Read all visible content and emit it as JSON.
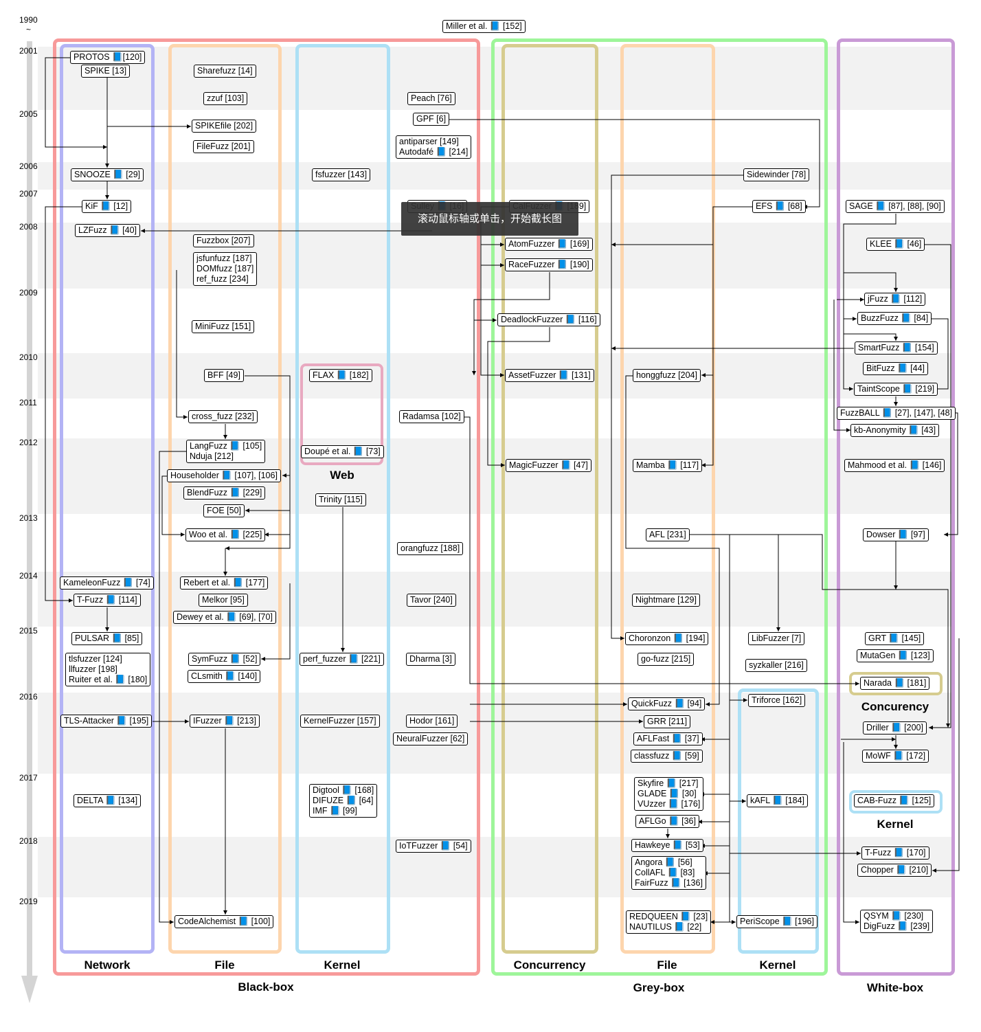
{
  "timeline": {
    "top_label": "1990",
    "break_mark": "~",
    "years": [
      {
        "label": "2001",
        "band": true
      },
      {
        "label": "2005",
        "band": false
      },
      {
        "label": "2006",
        "band": true
      },
      {
        "label": "2007",
        "band": false
      },
      {
        "label": "2008",
        "band": true
      },
      {
        "label": "2009",
        "band": false
      },
      {
        "label": "2010",
        "band": true
      },
      {
        "label": "2011",
        "band": false
      },
      {
        "label": "2012",
        "band": true
      },
      {
        "label": "2013",
        "band": false
      },
      {
        "label": "2014",
        "band": true
      },
      {
        "label": "2015",
        "band": false
      },
      {
        "label": "2016",
        "band": true
      },
      {
        "label": "2017",
        "band": false
      },
      {
        "label": "2018",
        "band": true
      },
      {
        "label": "2019",
        "band": false
      }
    ]
  },
  "groups": {
    "black_box": "Black-box",
    "grey_box": "Grey-box",
    "white_box": "White-box",
    "network": "Network",
    "file_bb": "File",
    "kernel_bb": "Kernel",
    "web": "Web",
    "concurrency_gb": "Concurrency",
    "file_gb": "File",
    "kernel_gb": "Kernel",
    "concurrency_wb": "Concurency",
    "kernel_wb": "Kernel"
  },
  "colors": {
    "black_box": "#f79a9a",
    "grey_box": "#9ef59a",
    "white_box": "#c99ad6",
    "network": "#b3b3f5",
    "file": "#fdd5ad",
    "kernel": "#ade0f5",
    "web": "#e8a9c0",
    "concurrency": "#d6cc8f",
    "band": "#f2f2f2",
    "tooltip_bg": "#333333"
  },
  "tooltip": "滚动鼠标轴或单击，开始截长图",
  "nodes": [
    {
      "id": "miller",
      "lines": [
        "Miller et al. 📘 [152]"
      ]
    },
    {
      "id": "protos",
      "lines": [
        "PROTOS 📘[120]"
      ]
    },
    {
      "id": "spike",
      "lines": [
        "SPIKE [13]"
      ]
    },
    {
      "id": "sharefuzz",
      "lines": [
        "Sharefuzz [14]"
      ]
    },
    {
      "id": "zzuf",
      "lines": [
        "zzuf [103]"
      ]
    },
    {
      "id": "peach",
      "lines": [
        "Peach [76]"
      ]
    },
    {
      "id": "gpf",
      "lines": [
        "GPF [6]"
      ]
    },
    {
      "id": "spikefile",
      "lines": [
        "SPIKEfile [202]"
      ]
    },
    {
      "id": "filefuzz",
      "lines": [
        "FileFuzz [201]"
      ]
    },
    {
      "id": "antiparser",
      "lines": [
        "antiparser [149]",
        "Autodafé 📘 [214]"
      ]
    },
    {
      "id": "snooze",
      "lines": [
        "SNOOZE 📘 [29]"
      ]
    },
    {
      "id": "fsfuzzer",
      "lines": [
        "fsfuzzer [143]"
      ]
    },
    {
      "id": "sidewinder",
      "lines": [
        "Sidewinder [78]"
      ]
    },
    {
      "id": "kif",
      "lines": [
        "KiF 📘 [12]"
      ]
    },
    {
      "id": "sulley",
      "lines": [
        "Sulley 📘 [16]"
      ]
    },
    {
      "id": "calfuzzer",
      "lines": [
        "CalFuzzer 📘 [189]"
      ]
    },
    {
      "id": "efs",
      "lines": [
        "EFS 📘 [68]"
      ]
    },
    {
      "id": "sage",
      "lines": [
        "SAGE 📘 [87], [88], [90]"
      ]
    },
    {
      "id": "lzfuzz",
      "lines": [
        "LZFuzz 📘 [40]"
      ]
    },
    {
      "id": "fuzzbox",
      "lines": [
        "Fuzzbox [207]"
      ]
    },
    {
      "id": "atomfuzzer",
      "lines": [
        "AtomFuzzer 📘 [169]"
      ]
    },
    {
      "id": "klee",
      "lines": [
        "KLEE 📘 [46]"
      ]
    },
    {
      "id": "jsfunfuzz",
      "lines": [
        "jsfunfuzz [187]",
        "DOMfuzz [187]",
        "ref_fuzz [234]"
      ]
    },
    {
      "id": "racefuzzer",
      "lines": [
        "RaceFuzzer 📘 [190]"
      ]
    },
    {
      "id": "jfuzz",
      "lines": [
        "jFuzz 📘 [112]"
      ]
    },
    {
      "id": "minifuzz",
      "lines": [
        "MiniFuzz [151]"
      ]
    },
    {
      "id": "deadlockfuzzer",
      "lines": [
        "DeadlockFuzzer 📘 [116]"
      ]
    },
    {
      "id": "buzzfuzz",
      "lines": [
        "BuzzFuzz 📘 [84]"
      ]
    },
    {
      "id": "smartfuzz",
      "lines": [
        "SmartFuzz 📘 [154]"
      ]
    },
    {
      "id": "bff",
      "lines": [
        "BFF [49]"
      ]
    },
    {
      "id": "flax",
      "lines": [
        "FLAX 📘 [182]"
      ]
    },
    {
      "id": "assetfuzzer",
      "lines": [
        "AssetFuzzer 📘 [131]"
      ]
    },
    {
      "id": "honggfuzz",
      "lines": [
        "honggfuzz [204]"
      ]
    },
    {
      "id": "bitfuzz",
      "lines": [
        "BitFuzz 📘 [44]"
      ]
    },
    {
      "id": "taintscope",
      "lines": [
        "TaintScope 📘 [219]"
      ]
    },
    {
      "id": "crossfuzz",
      "lines": [
        "cross_fuzz [232]"
      ]
    },
    {
      "id": "radamsa",
      "lines": [
        "Radamsa [102]"
      ]
    },
    {
      "id": "fuzzball",
      "lines": [
        "FuzzBALL 📘 [27], [147], [48]"
      ]
    },
    {
      "id": "kbanon",
      "lines": [
        "kb-Anonymity 📘 [43]"
      ]
    },
    {
      "id": "langfuzz",
      "lines": [
        "LangFuzz 📘 [105]",
        "Nduja [212]"
      ]
    },
    {
      "id": "doupe",
      "lines": [
        "Doupé et al. 📘 [73]"
      ]
    },
    {
      "id": "householder",
      "lines": [
        "Householder 📘 [107], [106]"
      ]
    },
    {
      "id": "magicfuzzer",
      "lines": [
        "MagicFuzzer 📘 [47]"
      ]
    },
    {
      "id": "mamba",
      "lines": [
        "Mamba 📘 [117]"
      ]
    },
    {
      "id": "mahmood",
      "lines": [
        "Mahmood et al. 📘 [146]"
      ]
    },
    {
      "id": "blendfuzz",
      "lines": [
        "BlendFuzz 📘 [229]"
      ]
    },
    {
      "id": "trinity",
      "lines": [
        "Trinity [115]"
      ]
    },
    {
      "id": "foe",
      "lines": [
        "FOE [50]"
      ]
    },
    {
      "id": "woo",
      "lines": [
        "Woo et al. 📘 [225]"
      ]
    },
    {
      "id": "afl",
      "lines": [
        "AFL [231]"
      ]
    },
    {
      "id": "dowser",
      "lines": [
        "Dowser 📘 [97]"
      ]
    },
    {
      "id": "orangfuzz",
      "lines": [
        "orangfuzz [188]"
      ]
    },
    {
      "id": "kameleon",
      "lines": [
        "KameleonFuzz 📘 [74]"
      ]
    },
    {
      "id": "rebert",
      "lines": [
        "Rebert et al. 📘 [177]"
      ]
    },
    {
      "id": "tfuzz1",
      "lines": [
        "T-Fuzz 📘 [114]"
      ]
    },
    {
      "id": "melkor",
      "lines": [
        "Melkor [95]"
      ]
    },
    {
      "id": "tavor",
      "lines": [
        "Tavor [240]"
      ]
    },
    {
      "id": "nightmare",
      "lines": [
        "Nightmare [129]"
      ]
    },
    {
      "id": "dewey",
      "lines": [
        "Dewey et al. 📘 [69], [70]"
      ]
    },
    {
      "id": "pulsar",
      "lines": [
        "PULSAR 📘 [85]"
      ]
    },
    {
      "id": "chorozon",
      "lines": [
        "Choronzon 📘 [194]"
      ]
    },
    {
      "id": "libfuzzer",
      "lines": [
        "LibFuzzer [7]"
      ]
    },
    {
      "id": "grt",
      "lines": [
        "GRT 📘 [145]"
      ]
    },
    {
      "id": "mutagen",
      "lines": [
        "MutaGen 📘 [123]"
      ]
    },
    {
      "id": "tlsfuzzer",
      "lines": [
        "tlsfuzzer [124]",
        "llfuzzer [198]",
        "Ruiter et al. 📘 [180]"
      ]
    },
    {
      "id": "symfuzz",
      "lines": [
        "SymFuzz 📘 [52]"
      ]
    },
    {
      "id": "perffuzzer",
      "lines": [
        "perf_fuzzer 📘 [221]"
      ]
    },
    {
      "id": "dharma",
      "lines": [
        "Dharma [3]"
      ]
    },
    {
      "id": "gofuzz",
      "lines": [
        "go-fuzz [215]"
      ]
    },
    {
      "id": "syzkaller",
      "lines": [
        "syzkaller [216]"
      ]
    },
    {
      "id": "clsmith",
      "lines": [
        "CLsmith 📘 [140]"
      ]
    },
    {
      "id": "narada",
      "lines": [
        "Narada 📘 [181]"
      ]
    },
    {
      "id": "quickfuzz",
      "lines": [
        "QuickFuzz 📘 [94]"
      ]
    },
    {
      "id": "triforce",
      "lines": [
        "Triforce [162]"
      ]
    },
    {
      "id": "tlsattacker",
      "lines": [
        "TLS-Attacker 📘 [195]"
      ]
    },
    {
      "id": "ifuzzer",
      "lines": [
        "IFuzzer 📘 [213]"
      ]
    },
    {
      "id": "kernelfuzzer",
      "lines": [
        "KernelFuzzer [157]"
      ]
    },
    {
      "id": "hodor",
      "lines": [
        "Hodor [161]"
      ]
    },
    {
      "id": "grr",
      "lines": [
        "GRR [211]"
      ]
    },
    {
      "id": "driller",
      "lines": [
        "Driller 📘 [200]"
      ]
    },
    {
      "id": "neuralfuzzer",
      "lines": [
        "NeuralFuzzer [62]"
      ]
    },
    {
      "id": "aflfast",
      "lines": [
        "AFLFast 📘 [37]"
      ]
    },
    {
      "id": "classfuzz",
      "lines": [
        "classfuzz 📘 [59]"
      ]
    },
    {
      "id": "mowf",
      "lines": [
        "MoWF 📘 [172]"
      ]
    },
    {
      "id": "skyfire",
      "lines": [
        "Skyfire 📘 [217]",
        "GLADE 📘 [30]",
        "VUzzer 📘 [176]"
      ]
    },
    {
      "id": "delta",
      "lines": [
        "DELTA 📘 [134]"
      ]
    },
    {
      "id": "digtool",
      "lines": [
        "Digtool 📘 [168]",
        "DIFUZE 📘 [64]",
        "IMF 📘 [99]"
      ]
    },
    {
      "id": "kafl",
      "lines": [
        "kAFL 📘 [184]"
      ]
    },
    {
      "id": "cabfuzz",
      "lines": [
        "CAB-Fuzz 📘 [125]"
      ]
    },
    {
      "id": "aflgo",
      "lines": [
        "AFLGo 📘 [36]"
      ]
    },
    {
      "id": "iotfuzzer",
      "lines": [
        "IoTFuzzer 📘 [54]"
      ]
    },
    {
      "id": "hawkeye",
      "lines": [
        "Hawkeye 📘 [53]"
      ]
    },
    {
      "id": "tfuzz2",
      "lines": [
        "T-Fuzz 📘 [170]"
      ]
    },
    {
      "id": "angora",
      "lines": [
        "Angora 📘 [56]",
        "CollAFL 📘 [83]",
        "FairFuzz 📘 [136]"
      ]
    },
    {
      "id": "chopper",
      "lines": [
        "Chopper 📘 [210]"
      ]
    },
    {
      "id": "redqueen",
      "lines": [
        "REDQUEEN 📘 [23]",
        "NAUTILUS 📘 [22]"
      ]
    },
    {
      "id": "periscope",
      "lines": [
        "PeriScope 📘 [196]"
      ]
    },
    {
      "id": "codealchemist",
      "lines": [
        "CodeAlchemist 📘 [100]"
      ]
    },
    {
      "id": "qsym",
      "lines": [
        "QSYM 📘 [230]",
        "DigFuzz 📘 [239]"
      ]
    }
  ]
}
